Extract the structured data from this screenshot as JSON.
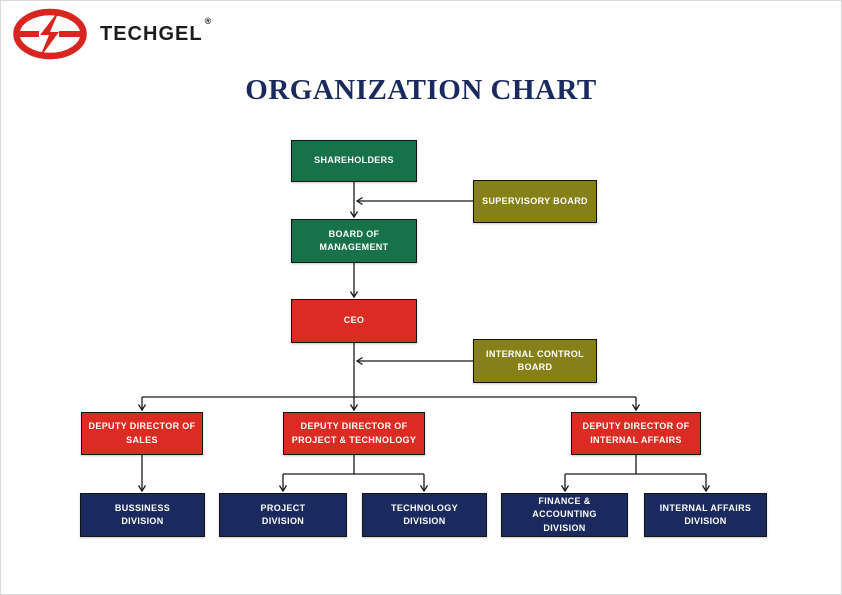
{
  "brand": {
    "name": "TECHGEL",
    "registered_mark": "®"
  },
  "title": "ORGANIZATION CHART",
  "colors": {
    "brand_red": "#d8251f",
    "box_green": "#177249",
    "box_olive": "#858018",
    "box_red": "#dc2b23",
    "box_navy": "#1b2a5e",
    "title_navy": "#1b2a5e",
    "connector_line": "#1a1a1a"
  },
  "nodes": [
    {
      "id": "shareholders",
      "label": "SHAREHOLDERS",
      "color": "green"
    },
    {
      "id": "supervisory_board",
      "label": "SUPERVISORY BOARD",
      "color": "olive"
    },
    {
      "id": "board_of_management",
      "label": "BOARD OF\nMANAGEMENT",
      "color": "green"
    },
    {
      "id": "ceo",
      "label": "CEO",
      "color": "red"
    },
    {
      "id": "internal_control_board",
      "label": "INTERNAL CONTROL\nBOARD",
      "color": "olive"
    },
    {
      "id": "deputy_director_sales",
      "label": "DEPUTY DIRECTOR OF\nSALES",
      "color": "red"
    },
    {
      "id": "deputy_director_project_technology",
      "label": "DEPUTY DIRECTOR OF\nPROJECT & TECHNOLOGY",
      "color": "red"
    },
    {
      "id": "deputy_director_internal_affairs",
      "label": "DEPUTY DIRECTOR OF\nINTERNAL AFFAIRS",
      "color": "red"
    },
    {
      "id": "bussiness_division",
      "label": "BUSSINESS\nDIVISION",
      "color": "navy"
    },
    {
      "id": "project_division",
      "label": "PROJECT\nDIVISION",
      "color": "navy"
    },
    {
      "id": "technology_division",
      "label": "TECHNOLOGY\nDIVISION",
      "color": "navy"
    },
    {
      "id": "finance_accounting_division",
      "label": "FINANCE & ACCOUNTING\nDIVISION",
      "color": "navy"
    },
    {
      "id": "internal_affairs_division",
      "label": "INTERNAL AFFAIRS\nDIVISION",
      "color": "navy"
    }
  ],
  "edges": [
    {
      "from": "shareholders",
      "to": "board_of_management"
    },
    {
      "from": "supervisory_board",
      "to": "shareholders_board_link"
    },
    {
      "from": "board_of_management",
      "to": "ceo"
    },
    {
      "from": "internal_control_board",
      "to": "ceo_deputies_link"
    },
    {
      "from": "ceo",
      "to": "deputy_director_sales"
    },
    {
      "from": "ceo",
      "to": "deputy_director_project_technology"
    },
    {
      "from": "ceo",
      "to": "deputy_director_internal_affairs"
    },
    {
      "from": "deputy_director_sales",
      "to": "bussiness_division"
    },
    {
      "from": "deputy_director_project_technology",
      "to": "project_division"
    },
    {
      "from": "deputy_director_project_technology",
      "to": "technology_division"
    },
    {
      "from": "deputy_director_internal_affairs",
      "to": "finance_accounting_division"
    },
    {
      "from": "deputy_director_internal_affairs",
      "to": "internal_affairs_division"
    }
  ]
}
